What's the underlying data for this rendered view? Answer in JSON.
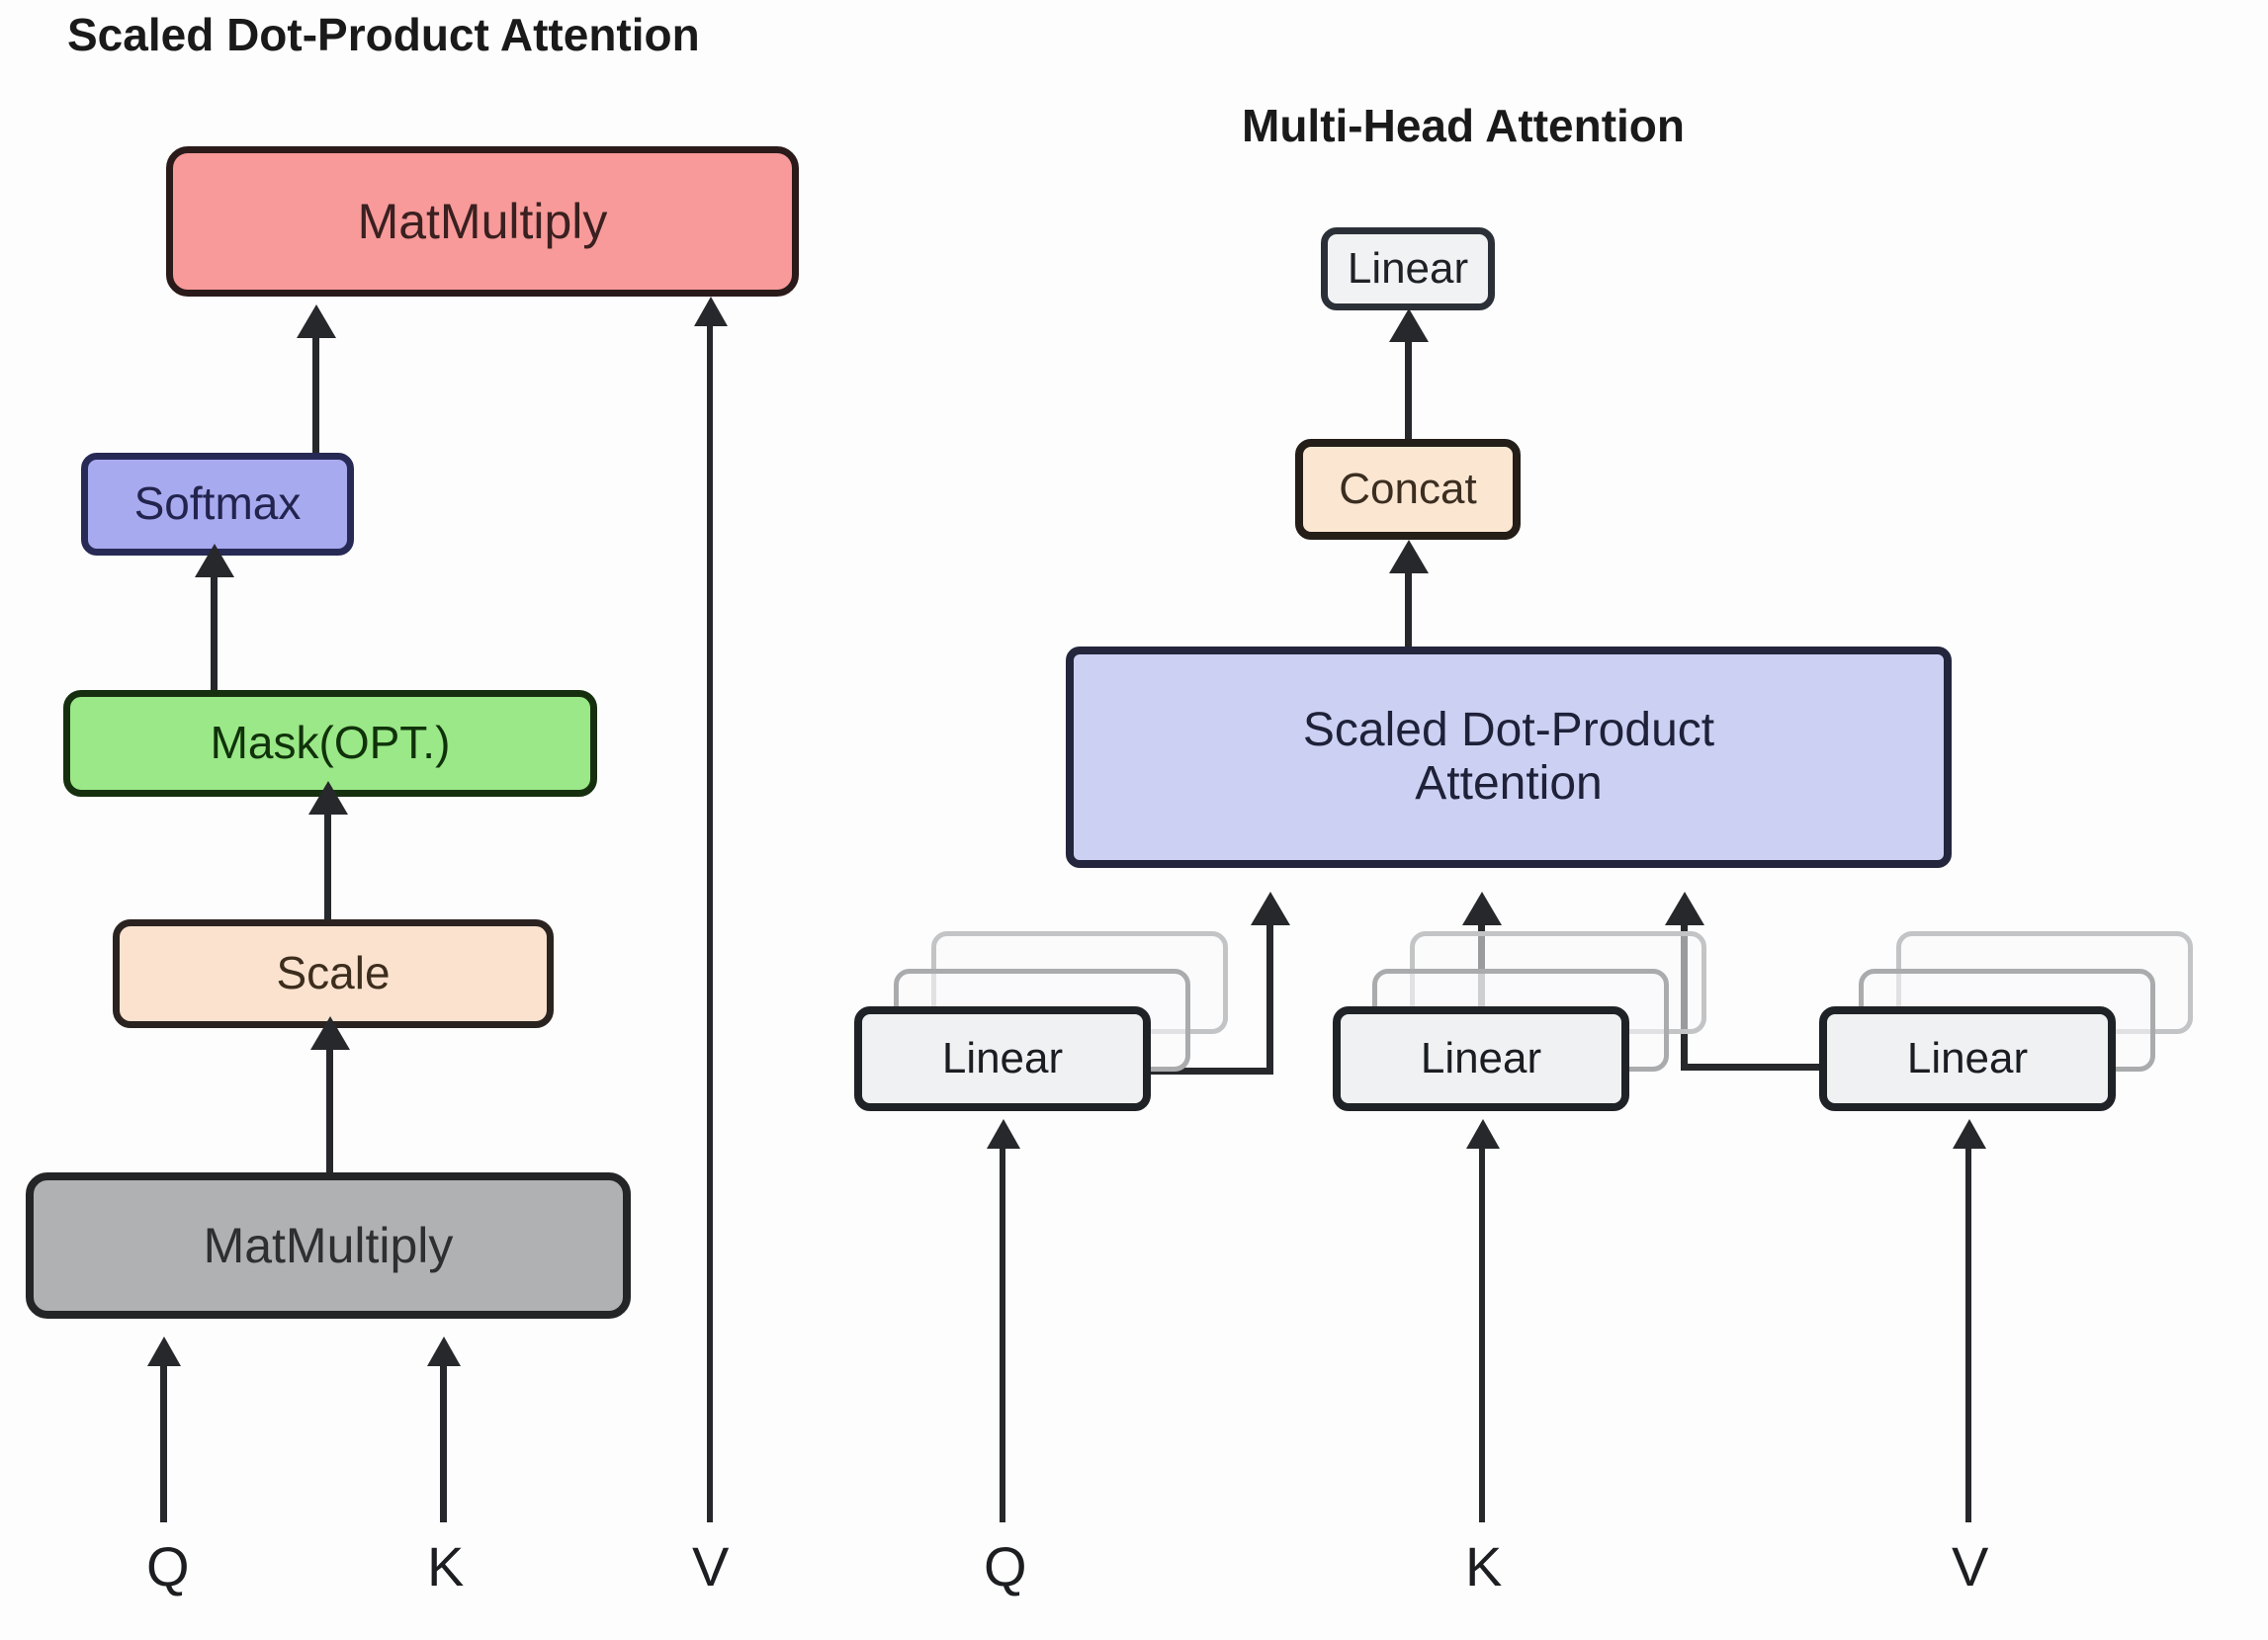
{
  "diagram": {
    "background_color": "#fdfdfd",
    "titles": {
      "left": "Scaled Dot-Product Attention",
      "right": "Multi-Head Attention"
    },
    "left_panel": {
      "name": "scaled-dot-product-attention",
      "nodes": [
        {
          "id": "matmul-top",
          "label": "MatMultiply",
          "fill": "#f79a99",
          "stroke": "#2b1a1a"
        },
        {
          "id": "softmax",
          "label": "Softmax",
          "fill": "#a8aaf0",
          "stroke": "#272a55"
        },
        {
          "id": "mask",
          "label": "Mask(OPT.)",
          "fill": "#9ae887",
          "stroke": "#16300f"
        },
        {
          "id": "scale",
          "label": "Scale",
          "fill": "#fae2cf",
          "stroke": "#2a2320"
        },
        {
          "id": "matmul-bot",
          "label": "MatMultiply",
          "fill": "#b0b1b2",
          "stroke": "#232527"
        }
      ],
      "inputs": [
        "Q",
        "K",
        "V"
      ],
      "flow": "Q,K -> MatMultiply -> Scale -> Mask(OPT.) -> Softmax -> MatMultiply (with V)"
    },
    "right_panel": {
      "name": "multi-head-attention",
      "nodes": [
        {
          "id": "linear-top",
          "label": "Linear",
          "fill": "#f1f2f4",
          "stroke": "#2b3038"
        },
        {
          "id": "concat",
          "label": "Concat",
          "fill": "#fbe6d2",
          "stroke": "#241d18"
        },
        {
          "id": "sdpa",
          "label_line1": "Scaled Dot-Product",
          "label_line2": "Attention",
          "fill": "#ccd0f2",
          "stroke": "#23263c"
        },
        {
          "id": "linear-q",
          "label": "Linear",
          "stacked": true,
          "copies": 3
        },
        {
          "id": "linear-k",
          "label": "Linear",
          "stacked": true,
          "copies": 3
        },
        {
          "id": "linear-v",
          "label": "Linear",
          "stacked": true,
          "copies": 3
        }
      ],
      "inputs": [
        "Q",
        "K",
        "V"
      ],
      "flow": "Q,K,V -> Linear (h heads) -> Scaled Dot-Product Attention -> Concat -> Linear"
    },
    "arrow_color": "#26282b"
  }
}
